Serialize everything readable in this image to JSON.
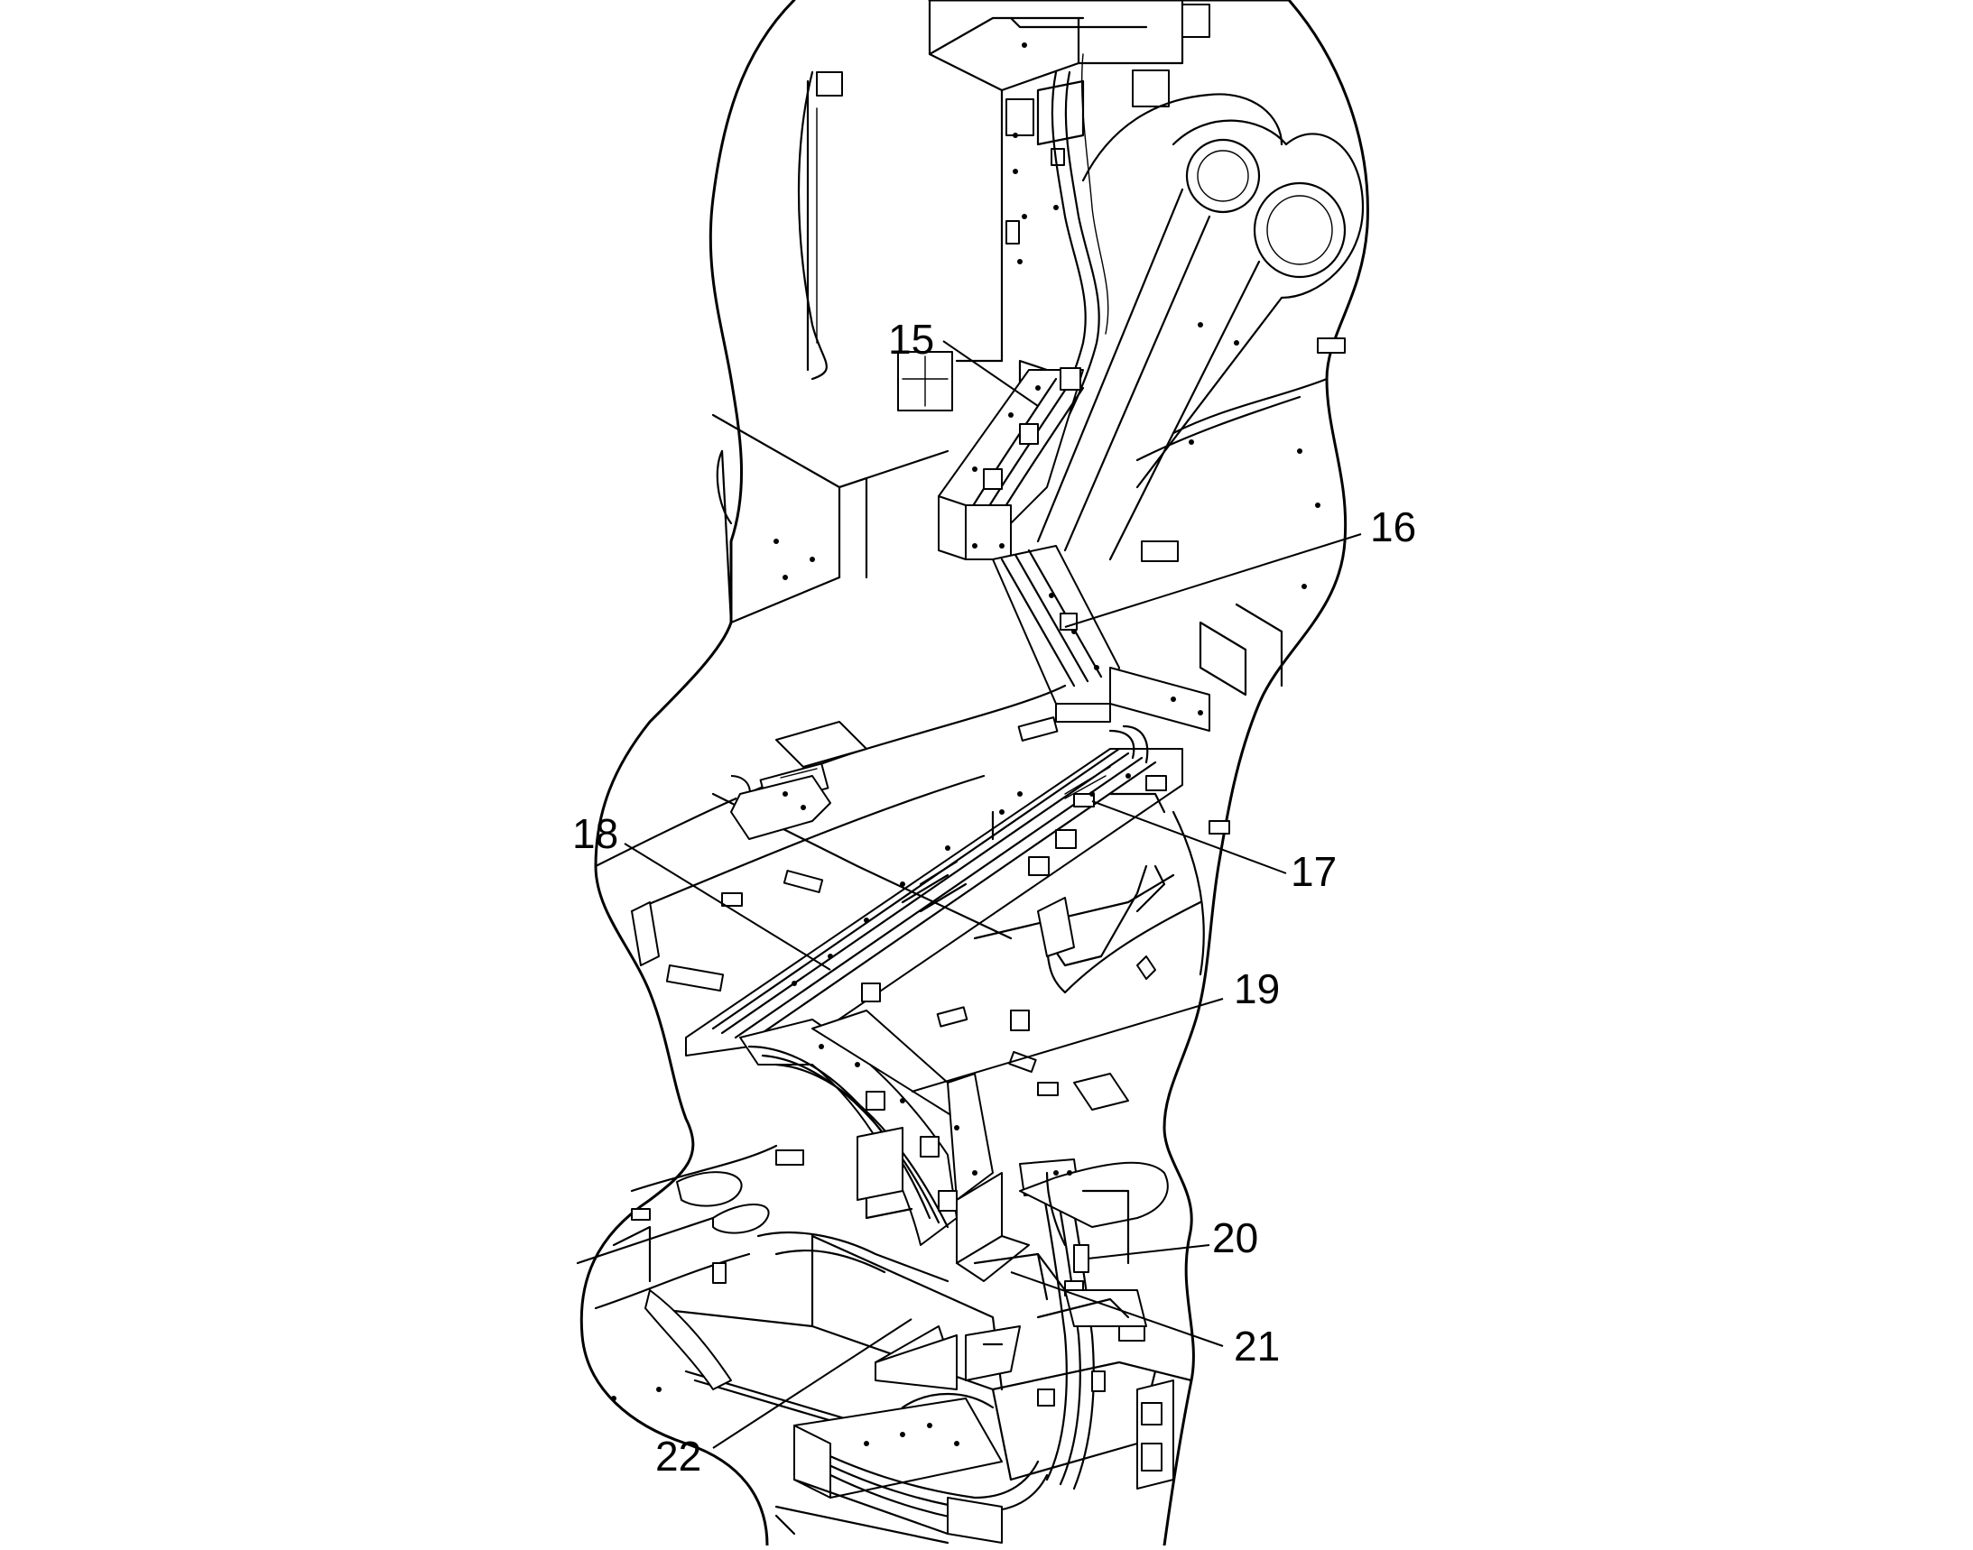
{
  "diagram": {
    "callouts": [
      {
        "id": "15",
        "label": "15"
      },
      {
        "id": "16",
        "label": "16"
      },
      {
        "id": "17",
        "label": "17"
      },
      {
        "id": "18",
        "label": "18"
      },
      {
        "id": "19",
        "label": "19"
      },
      {
        "id": "20",
        "label": "20"
      },
      {
        "id": "21",
        "label": "21"
      },
      {
        "id": "22",
        "label": "22"
      }
    ],
    "colors": {
      "line": "#000000",
      "background": "#ffffff"
    }
  }
}
